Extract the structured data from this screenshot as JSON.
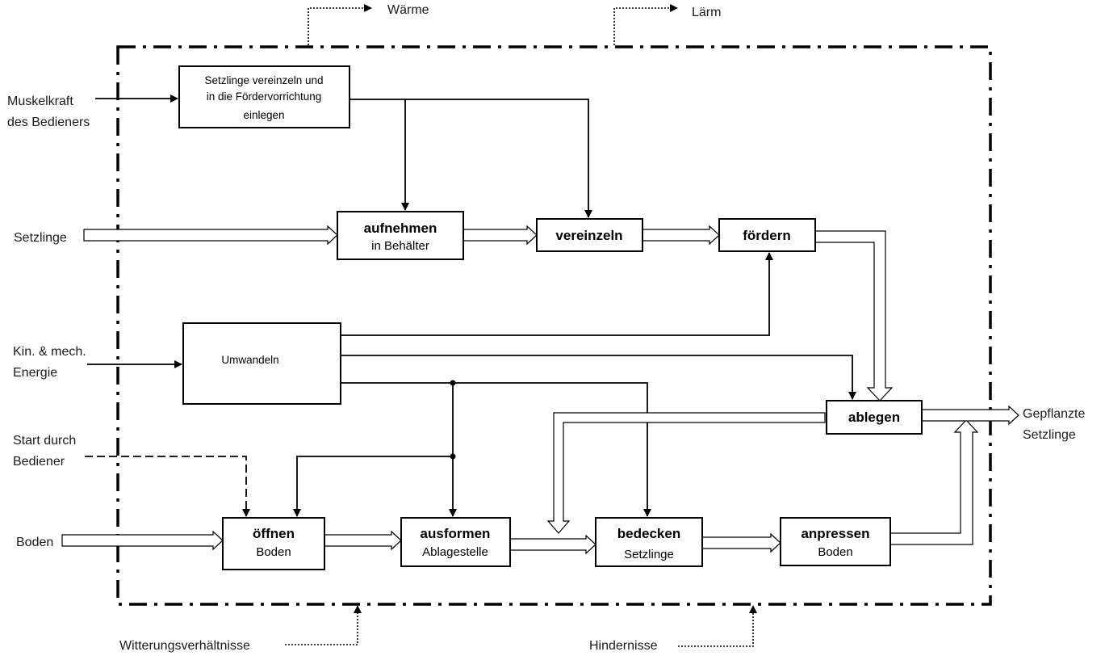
{
  "inputs": {
    "muscle": [
      "Muskelkraft",
      "des Bedieners"
    ],
    "seedlings": "Setzlinge",
    "energy": [
      "Kin. & mech.",
      "Energie"
    ],
    "start": [
      "Start durch",
      "Bediener"
    ],
    "soil": "Boden"
  },
  "outputs": {
    "heat": "Wärme",
    "noise": "Lärm",
    "planted": [
      "Gepflanzte",
      "Setzlinge"
    ]
  },
  "disturbances": {
    "weather": "Witterungsverhältnisse",
    "obstacles": "Hindernisse"
  },
  "functions": {
    "manual": [
      "Setzlinge vereinzeln und",
      "in die Fördervorrichtung",
      "einlegen"
    ],
    "aufnehmen": {
      "title": "aufnehmen",
      "sub": "in Behälter"
    },
    "vereinzeln": {
      "title": "vereinzeln"
    },
    "foerdern": {
      "title": "fördern"
    },
    "umwandeln": {
      "title": "Umwandeln"
    },
    "ablegen": {
      "title": "ablegen"
    },
    "oeffnen": {
      "title": "öffnen",
      "sub": "Boden"
    },
    "ausformen": {
      "title": "ausformen",
      "sub": "Ablagestelle"
    },
    "bedecken": {
      "title": "bedecken",
      "sub": "Setzlinge"
    },
    "anpressen": {
      "title": "anpressen",
      "sub": "Boden"
    }
  }
}
